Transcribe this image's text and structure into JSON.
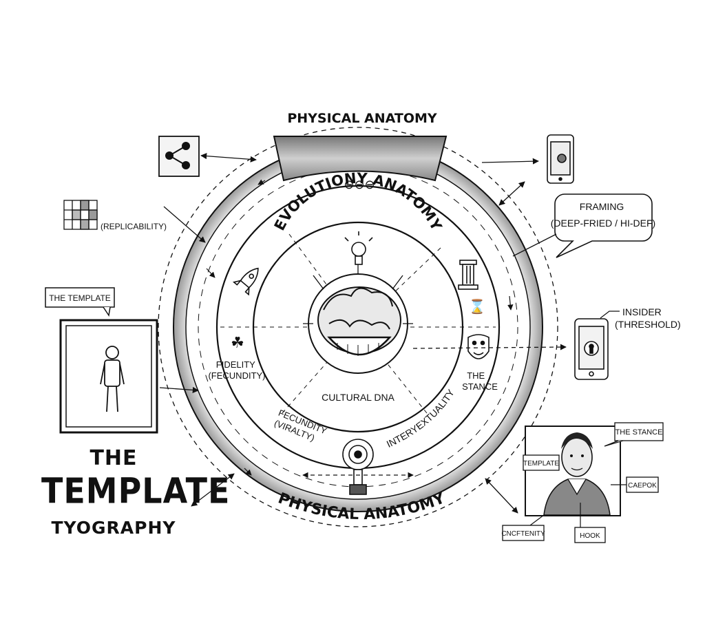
{
  "labels": {
    "physical_top": "PHYSICAL ANATOMY",
    "physical_bottom": "PHYSICAL ANATOMY",
    "evolution_ring": "EVOLUTIONY ANATOMY",
    "replicability": "(REPLICABILITY)",
    "the_template_callout": "THE TEMPLATE",
    "framing_line1": "FRAMING",
    "framing_line2": "(DEEP-FRIED / HI-DEF)",
    "insider_line1": "INSIDER",
    "insider_line2": "(THRESHOLD)",
    "fidelity_line1": "FIDELITY",
    "fidelity_line2": "(FECUNDITY)",
    "the_stance_inner_line1": "THE",
    "the_stance_inner_line2": "STANCE",
    "cultural_dna": "CULTURAL DNA",
    "fecundity_line1": "FECUNDITY",
    "fecundity_line2": "(VIRALTY)",
    "intertextuality": "INTERYEXTUALITY",
    "photo_the_stance": "THE STANCE",
    "photo_template": "TEMPLATE",
    "photo_caepok": "CAEPOK",
    "photo_hook": "HOOK",
    "photo_cncftenity": "CNCFTENITY"
  },
  "title": {
    "line1": "THE",
    "line2": "TEMPLATE",
    "line3": "TYOGRAPHY"
  },
  "icons": [
    "share-icon",
    "grid-icon",
    "phone-icon",
    "lock-phone-icon",
    "rocket-icon",
    "lightbulb-icon",
    "column-icon",
    "brain-icon",
    "mask-icon",
    "person-icon",
    "dial-icon"
  ],
  "colors": {
    "ink": "#111111",
    "shade": "#8a8a8a"
  }
}
